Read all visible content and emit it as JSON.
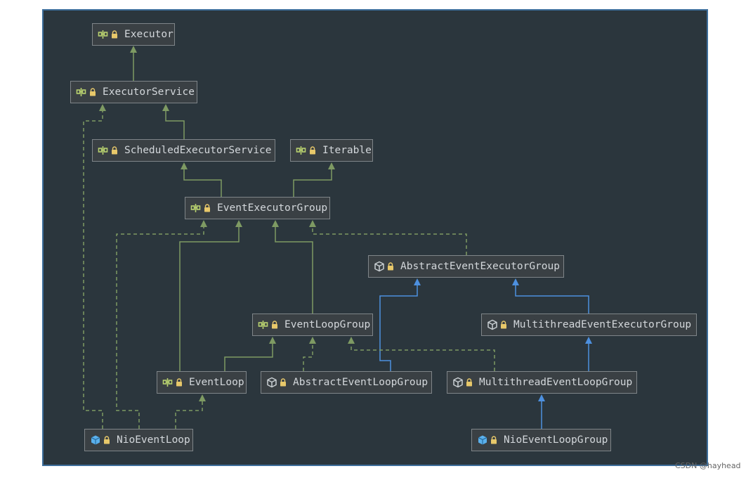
{
  "diagram": {
    "nodes": [
      {
        "id": "executor",
        "label": "Executor",
        "kind": "interface"
      },
      {
        "id": "executor-service",
        "label": "ExecutorService",
        "kind": "interface"
      },
      {
        "id": "scheduled-executor-service",
        "label": "ScheduledExecutorService",
        "kind": "interface"
      },
      {
        "id": "iterable",
        "label": "Iterable",
        "kind": "interface"
      },
      {
        "id": "event-executor-group",
        "label": "EventExecutorGroup",
        "kind": "interface"
      },
      {
        "id": "abstract-event-executor-group",
        "label": "AbstractEventExecutorGroup",
        "kind": "abstract-class"
      },
      {
        "id": "event-loop-group",
        "label": "EventLoopGroup",
        "kind": "interface"
      },
      {
        "id": "multithread-event-executor-group",
        "label": "MultithreadEventExecutorGroup",
        "kind": "abstract-class"
      },
      {
        "id": "event-loop",
        "label": "EventLoop",
        "kind": "interface"
      },
      {
        "id": "abstract-event-loop-group",
        "label": "AbstractEventLoopGroup",
        "kind": "abstract-class"
      },
      {
        "id": "multithread-event-loop-group",
        "label": "MultithreadEventLoopGroup",
        "kind": "abstract-class"
      },
      {
        "id": "nio-event-loop",
        "label": "NioEventLoop",
        "kind": "class"
      },
      {
        "id": "nio-event-loop-group",
        "label": "NioEventLoopGroup",
        "kind": "class"
      }
    ],
    "edges": [
      {
        "from": "executor-service",
        "to": "executor",
        "type": "extends-interface"
      },
      {
        "from": "scheduled-executor-service",
        "to": "executor-service",
        "type": "extends-interface"
      },
      {
        "from": "event-executor-group",
        "to": "scheduled-executor-service",
        "type": "extends-interface"
      },
      {
        "from": "event-executor-group",
        "to": "iterable",
        "type": "extends-interface"
      },
      {
        "from": "abstract-event-executor-group",
        "to": "event-executor-group",
        "type": "implements"
      },
      {
        "from": "event-loop-group",
        "to": "event-executor-group",
        "type": "extends-interface"
      },
      {
        "from": "event-loop",
        "to": "event-executor-group",
        "type": "extends-interface"
      },
      {
        "from": "event-loop",
        "to": "event-loop-group",
        "type": "extends-interface"
      },
      {
        "from": "abstract-event-loop-group",
        "to": "event-loop-group",
        "type": "implements"
      },
      {
        "from": "abstract-event-loop-group",
        "to": "abstract-event-executor-group",
        "type": "extends-class"
      },
      {
        "from": "multithread-event-executor-group",
        "to": "abstract-event-executor-group",
        "type": "extends-class"
      },
      {
        "from": "multithread-event-loop-group",
        "to": "event-loop-group",
        "type": "implements"
      },
      {
        "from": "multithread-event-loop-group",
        "to": "multithread-event-executor-group",
        "type": "extends-class"
      },
      {
        "from": "nio-event-loop-group",
        "to": "multithread-event-loop-group",
        "type": "extends-class"
      },
      {
        "from": "nio-event-loop",
        "to": "event-loop",
        "type": "implements"
      },
      {
        "from": "nio-event-loop",
        "to": "executor-service",
        "type": "implements"
      },
      {
        "from": "nio-event-loop",
        "to": "event-executor-group",
        "type": "implements"
      }
    ],
    "colors": {
      "background": "#2b363d",
      "frame_border": "#3d6e9b",
      "node_fill": "#3a4044",
      "node_border": "#7f8589",
      "text": "#d3d7db",
      "interface_edge": "#7e9a63",
      "class_edge": "#4d90df",
      "interface_icon": "#b8d16f",
      "abstract_icon": "#c9cfd3",
      "class_icon": "#5ab0ec",
      "lock_icon": "#e8c86a"
    },
    "icons": {
      "interface": "interface-icon",
      "abstract-class": "abstract-class-icon",
      "class": "class-icon",
      "lock": "lock-icon"
    }
  },
  "watermark": "CSDN @hayhead"
}
